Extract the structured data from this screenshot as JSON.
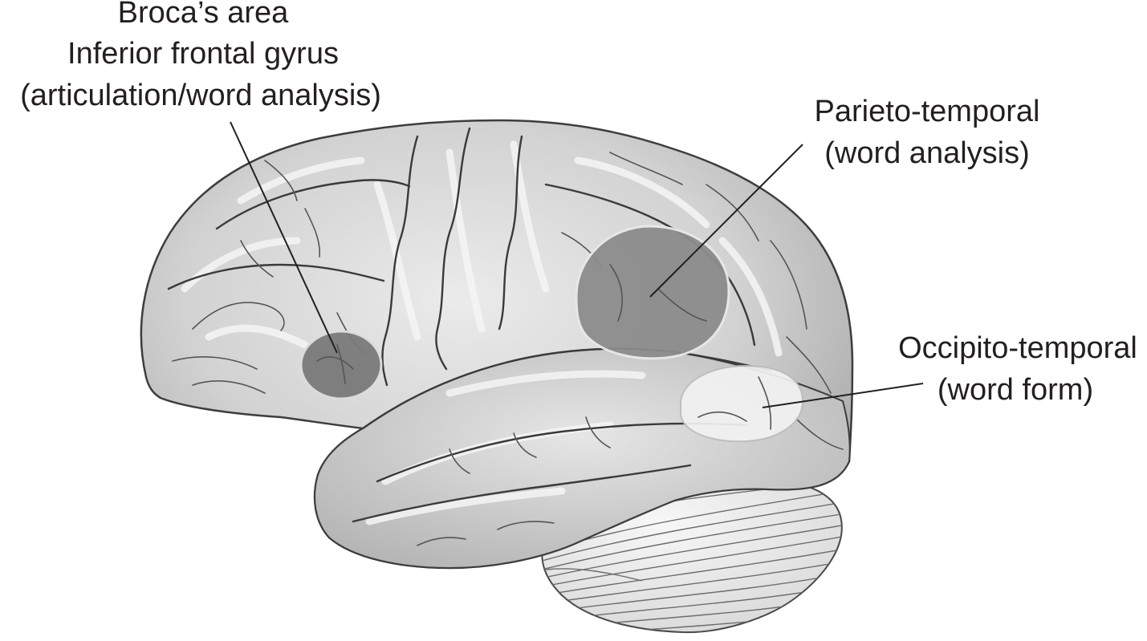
{
  "labels": {
    "broca": {
      "line1": "Broca’s area",
      "line2": "Inferior frontal gyrus",
      "line3": "(articulation/word analysis)"
    },
    "parieto": {
      "line1": "Parieto-temporal",
      "line2": "(word analysis)"
    },
    "occipito": {
      "line1": "Occipito-temporal",
      "line2": "(word form)"
    }
  },
  "colors": {
    "background": "#ffffff",
    "cortex": "#cfcfcf",
    "cortex_light": "#ededed",
    "sulci": "#3a3a3a",
    "broca_region": "#7a7a7a",
    "parieto_region": "#8c8c8c",
    "occipito_region": "#f2f2f2",
    "cerebellum": "#eeeeee",
    "text": "#231f20"
  }
}
